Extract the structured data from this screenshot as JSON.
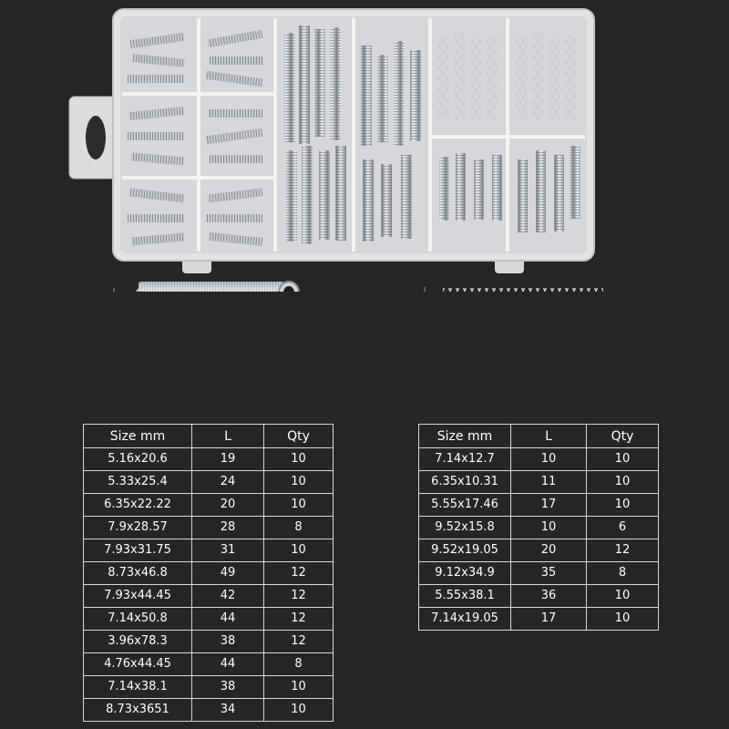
{
  "colors": {
    "background": "#262626",
    "table_text": "#ffffff",
    "table_border": "#d8d8d8",
    "case_plastic": "#e4e4e6",
    "spring_metal": "#b9bdc2"
  },
  "photo": {
    "case_icon": "organizer-case-icon",
    "extension_spring_icon": "extension-spring-icon",
    "compression_spring_icon": "compression-spring-icon"
  },
  "table_left": {
    "headers": [
      "Size mm",
      "L",
      "Qty"
    ],
    "rows": [
      [
        "5.16x20.6",
        "19",
        "10"
      ],
      [
        "5.33x25.4",
        "24",
        "10"
      ],
      [
        "6.35x22.22",
        "20",
        "10"
      ],
      [
        "7.9x28.57",
        "28",
        "8"
      ],
      [
        "7.93x31.75",
        "31",
        "10"
      ],
      [
        "8.73x46.8",
        "49",
        "12"
      ],
      [
        "7.93x44.45",
        "42",
        "12"
      ],
      [
        "7.14x50.8",
        "44",
        "12"
      ],
      [
        "3.96x78.3",
        "38",
        "12"
      ],
      [
        "4.76x44.45",
        "44",
        "8"
      ],
      [
        "7.14x38.1",
        "38",
        "10"
      ],
      [
        "8.73x3651",
        "34",
        "10"
      ]
    ]
  },
  "table_right": {
    "headers": [
      "Size mm",
      "L",
      "Qty"
    ],
    "rows": [
      [
        "7.14x12.7",
        "10",
        "10"
      ],
      [
        "6.35x10.31",
        "11",
        "10"
      ],
      [
        "5.55x17.46",
        "17",
        "10"
      ],
      [
        "9.52x15.8",
        "10",
        "6"
      ],
      [
        "9.52x19.05",
        "20",
        "12"
      ],
      [
        "9.12x34.9",
        "35",
        "8"
      ],
      [
        "5.55x38.1",
        "36",
        "10"
      ],
      [
        "7.14x19.05",
        "17",
        "10"
      ]
    ]
  }
}
